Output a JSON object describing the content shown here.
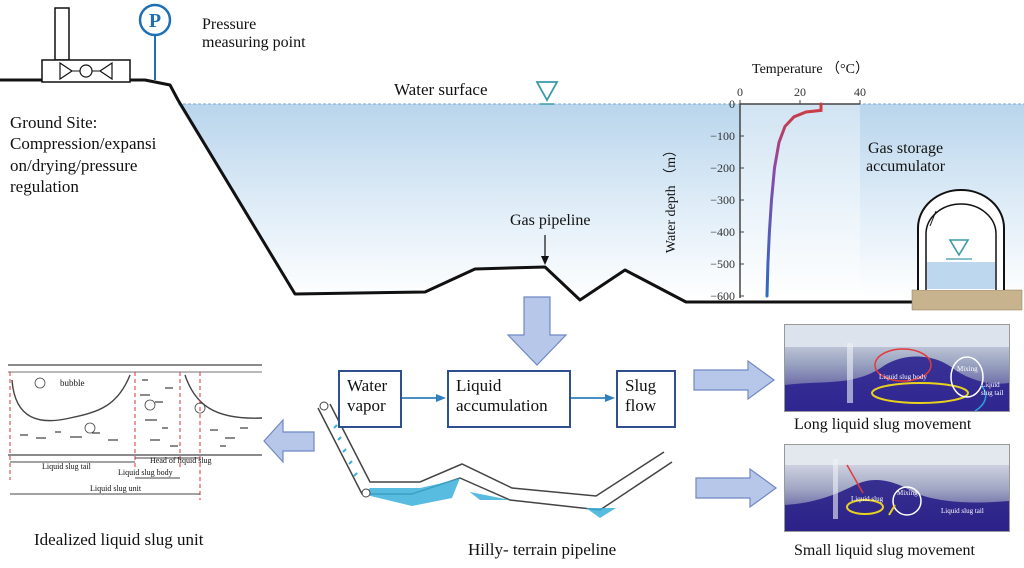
{
  "ground_site": {
    "pressure_label_line1": "Pressure",
    "pressure_label_line2": "measuring point",
    "pressure_symbol": "P",
    "site_label": [
      "Ground Site:",
      "Compression/expansi",
      "on/drying/pressure",
      "regulation"
    ]
  },
  "water_surface_label": "Water surface",
  "gas_pipeline_label": "Gas pipeline",
  "accumulator_label": [
    "Gas storage",
    "accumulator"
  ],
  "temperature_chart": {
    "xlabel": "Temperature （°C）",
    "ylabel": "Water depth （m）",
    "x_ticks": [
      "0",
      "20",
      "40"
    ],
    "y_ticks": [
      "0",
      "−100",
      "−200",
      "−300",
      "−400",
      "−500",
      "−600"
    ]
  },
  "chart_data": {
    "type": "line",
    "title": "",
    "xlabel": "Temperature （°C）",
    "ylabel": "Water depth （m）",
    "xlim": [
      0,
      40
    ],
    "ylim": [
      -600,
      0
    ],
    "series": [
      {
        "points": [
          [
            27,
            0
          ],
          [
            27,
            -20
          ],
          [
            22,
            -25
          ],
          [
            18,
            -40
          ],
          [
            15,
            -70
          ],
          [
            13,
            -120
          ],
          [
            11.5,
            -200
          ],
          [
            10.5,
            -300
          ],
          [
            9.8,
            -400
          ],
          [
            9.3,
            -500
          ],
          [
            9,
            -600
          ]
        ]
      }
    ]
  },
  "process": {
    "box1": [
      "Water",
      "vapor"
    ],
    "box2": [
      "Liquid",
      "accumulation"
    ],
    "box3": [
      "Slug",
      "flow"
    ]
  },
  "slug_unit": {
    "bubble": "bubble",
    "tail": "Liquid slug tail",
    "head": "Head of liquid slug",
    "body": "Liquid slug body",
    "unit": "Liquid slug unit",
    "caption": "Idealized liquid slug unit"
  },
  "hilly_caption": "Hilly- terrain pipeline",
  "photo_long": {
    "caption": "Long liquid slug movement",
    "labels": [
      "Liquid slug body",
      "Mixing",
      "Liquid slug tail"
    ]
  },
  "photo_small": {
    "caption": "Small liquid slug movement",
    "labels": [
      "Liquid slug",
      "Mixing",
      "Liquid slug tail"
    ]
  },
  "colors": {
    "water_top": "#bdd8ee",
    "arrow_fill": "#b7c7ea",
    "arrow_stroke": "#6f88c4",
    "box_border": "#2f4f8f",
    "curve_warm": "#d23a3a",
    "curve_cold": "#2b6cc4"
  }
}
